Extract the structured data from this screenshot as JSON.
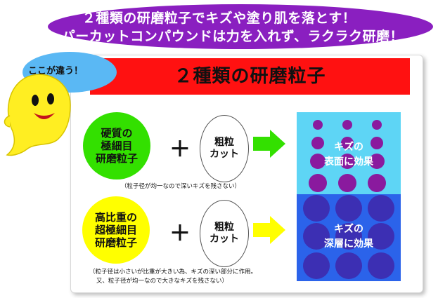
{
  "banner": {
    "line1": "２種類の研磨粒子でキズや塗り肌を落とす！",
    "line2": "スーパーカットコンパウンドは力を入れず、ラクラク研磨！"
  },
  "bubble_text": "ここが違う！",
  "title": "２種類の研磨粒子",
  "row1": {
    "circle": [
      "硬質の",
      "極細目",
      "研磨粒子"
    ],
    "oval": [
      "粗粒",
      "カット"
    ],
    "note": "（粒子径が均一なので深いキズを残さない）",
    "effect": [
      "キズの",
      "表面に効果"
    ]
  },
  "row2": {
    "circle": [
      "高比重の",
      "超極細目",
      "研磨粒子"
    ],
    "oval": [
      "粗粒",
      "カット"
    ],
    "note": [
      "（粒子径は小さいが比重が大きい為、キズの深い部分に作用。",
      "又、粒子径が均一なので大きなキズを残さない）"
    ],
    "effect": [
      "キズの",
      "深層に効果"
    ]
  },
  "plus": "＋",
  "colors": {
    "banner": "#8a1fc0",
    "title_bar": "#ff1111",
    "green": "#33e000",
    "yellow": "#ffff00",
    "top_box": "#5ed5f5",
    "bottom_box": "#2b63ea",
    "dots": "#8a1a9e",
    "arrow_green": "#33e000",
    "arrow_yellow": "#ffff00"
  }
}
